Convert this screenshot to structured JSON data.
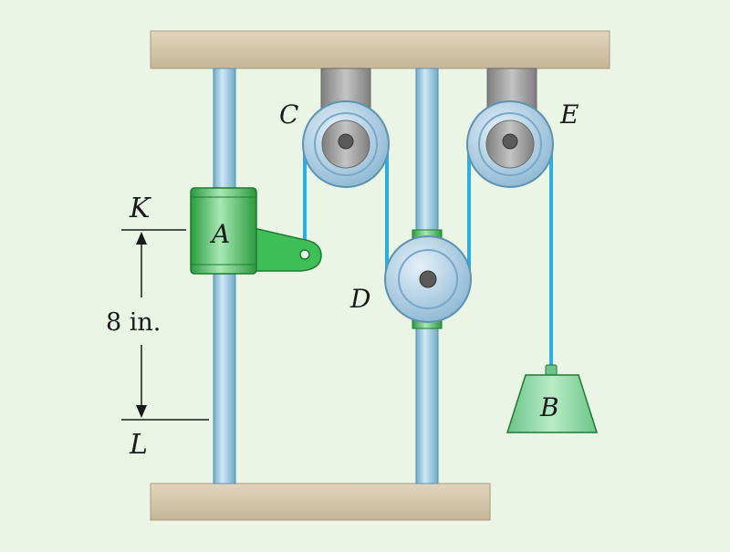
{
  "colors": {
    "background": "#eaf5e5",
    "support_beam": "#d4c4a8",
    "rod": "#8fc4dc",
    "cable": "#29aee6",
    "pulley": "#b8d6ea",
    "bracket": "#9a9a9a",
    "collar_green": "#3fbf57",
    "block_green": "#8ed3a2"
  },
  "labels": {
    "pulley_c": "C",
    "pulley_d": "D",
    "pulley_e": "E",
    "collar_a": "A",
    "block_b": "B",
    "level_k": "K",
    "level_l": "L",
    "dimension": "8 in."
  }
}
